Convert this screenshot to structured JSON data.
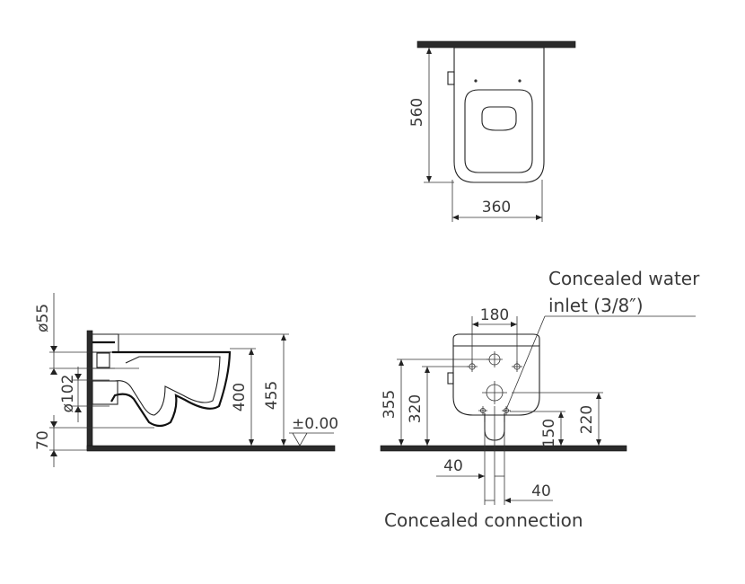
{
  "top_view": {
    "depth": "560",
    "width": "360"
  },
  "side_view": {
    "pipe_top_dia": "ø55",
    "pipe_drain_dia": "ø102",
    "drain_height": "70",
    "rim_height": "400",
    "top_height": "455",
    "floor_level": "±0.00"
  },
  "front_view": {
    "inlet_label_line1": "Concealed water",
    "inlet_label_line2": "inlet (3/8″)",
    "inlet_spacing": "180",
    "height_355": "355",
    "height_320": "320",
    "height_150": "150",
    "height_220": "220",
    "offset_left": "40",
    "offset_right": "40",
    "connection_label": "Concealed connection"
  }
}
